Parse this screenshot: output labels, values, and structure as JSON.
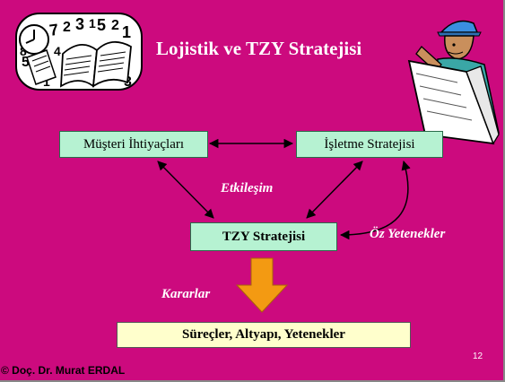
{
  "slide": {
    "title": "Lojistik ve TZY Stratejisi",
    "page_number": "12",
    "footer": "© Doç. Dr. Murat ERDAL"
  },
  "diagram": {
    "nodes": {
      "musteri": "Müşteri İhtiyaçları",
      "isletme": "İşletme Stratejisi",
      "tzy": "TZY Stratejisi",
      "surecler": "Süreçler, Altyapı, Yetenekler"
    },
    "labels": {
      "etkilesim": "Etkileşim",
      "oz_yetenekler": "Öz Yetenekler",
      "kararlar": "Kararlar"
    }
  },
  "clipart": {
    "left": "clock-book-numbers-icon",
    "right": "engineer-with-blueprint-icon",
    "left_digits": "7 2 3 1 5 2 1 5 8 4 1 3"
  },
  "colors": {
    "background": "#cc0a7e",
    "box_fill": "#b6f2d2",
    "result_box_fill": "#ffffcc",
    "arrow_fill": "#f39a12",
    "title_text": "#ffffff"
  }
}
